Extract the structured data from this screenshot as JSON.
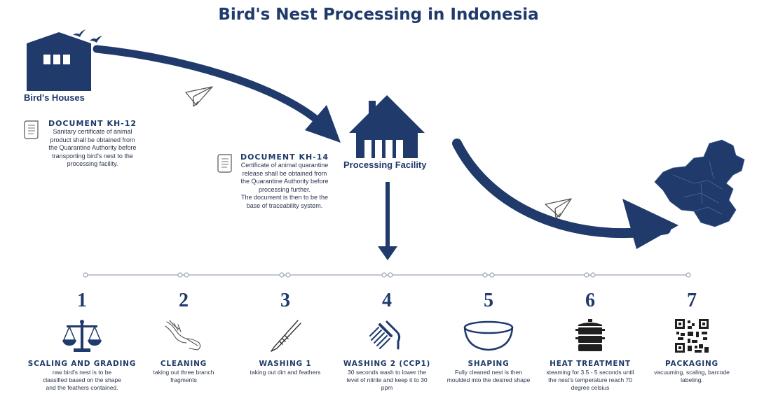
{
  "title": "Bird's Nest Processing in Indonesia",
  "locations": {
    "birds_houses": "Bird's Houses",
    "processing_facility": "Processing Facility"
  },
  "documents": [
    {
      "title": "DOCUMENT KH-12",
      "lines": [
        "Sanitary certificate of animal",
        "product shall be obtained from",
        "the Quarantine Authority before",
        "transporting bird's nest to the",
        "processing facility."
      ]
    },
    {
      "title": "DOCUMENT KH-14",
      "lines": [
        "Certificate of animal quarantine",
        "release shall be obtained from",
        "the Quarantine Authority before",
        "processing further.",
        "The document is then to be the",
        "base of traceability system."
      ]
    }
  ],
  "steps": [
    {
      "number": "1",
      "title": "SCALING AND GRADING",
      "icon": "scale-icon",
      "lines": [
        "raw bird's nest is to be",
        "classified based on the shape",
        "and the feathers contained."
      ]
    },
    {
      "number": "2",
      "title": "CLEANING",
      "icon": "hand-icon",
      "lines": [
        "taking out three branch",
        "fragments"
      ]
    },
    {
      "number": "3",
      "title": "WASHING 1",
      "icon": "tweezers-icon",
      "lines": [
        "taking out dirt and feathers"
      ]
    },
    {
      "number": "4",
      "title": "WASHING 2 (CCP1)",
      "icon": "shower-icon",
      "lines": [
        "30 seconds wash to lower the",
        "level of nitrite and keep it to 30",
        "ppm"
      ]
    },
    {
      "number": "5",
      "title": "SHAPING",
      "icon": "bowl-icon",
      "lines": [
        "Fully cleaned nest is then",
        "moulded into the desired shape"
      ]
    },
    {
      "number": "6",
      "title": "HEAT TREATMENT",
      "icon": "steamer-icon",
      "lines": [
        "steaming for 3.5 - 5 seconds until",
        "the nest's temperature reach 70",
        "degree celsius"
      ]
    },
    {
      "number": "7",
      "title": "PACKAGING",
      "icon": "qr-code-icon",
      "lines": [
        "vacuuming, scaling, barcode",
        "labeling."
      ]
    }
  ],
  "colors": {
    "navy": "#1f3a6b",
    "text": "#2a3550",
    "line": "#9aa3b3"
  }
}
